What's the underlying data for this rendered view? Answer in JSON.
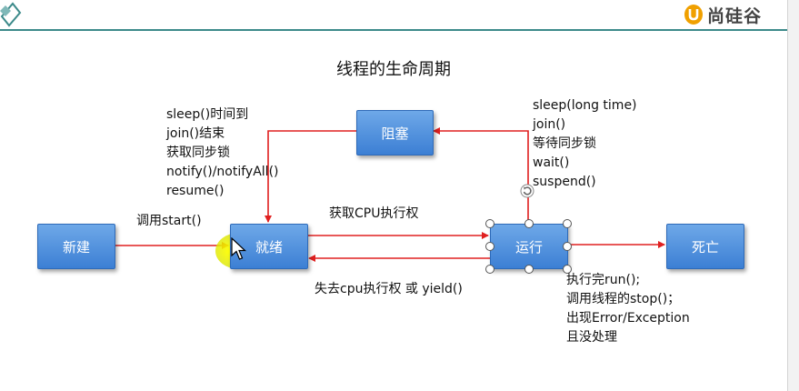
{
  "title": "线程的生命周期",
  "logo": {
    "text": "尚硅谷"
  },
  "states": {
    "new": "新建",
    "ready": "就绪",
    "blocked": "阻塞",
    "running": "运行",
    "dead": "死亡"
  },
  "transitions": {
    "start": "调用start()",
    "acquire_cpu": "获取CPU执行权",
    "lose_cpu": "失去cpu执行权 或 yield()",
    "unblock": [
      "sleep()时间到",
      "join()结束",
      "获取同步锁",
      "notify()/notifyAll()",
      "resume()"
    ],
    "block": [
      "sleep(long time)",
      "join()",
      "等待同步锁",
      "wait()",
      "suspend()"
    ],
    "terminate": [
      "执行完run();",
      "调用线程的stop()；",
      "出现Error/Exception",
      "且没处理"
    ]
  },
  "colors": {
    "box_fill": "#4a8ddf",
    "arrow": "#e02020",
    "header_rule": "#3c8a8a",
    "logo_mark": "#f0a000"
  },
  "icons": [
    "corner-diamond-icon",
    "logo-u-icon",
    "rotate-handle-icon",
    "mouse-cursor-icon"
  ]
}
